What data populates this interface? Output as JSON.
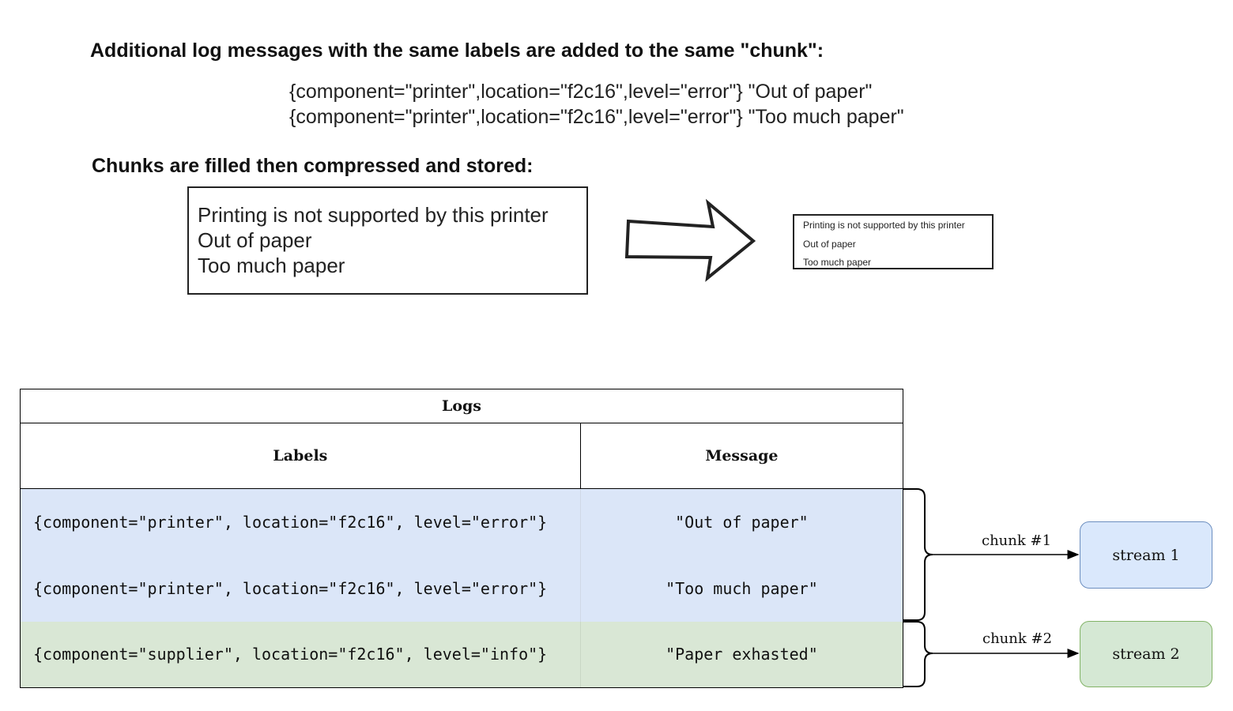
{
  "top": {
    "heading1": "Additional log messages with the same labels are added to the same \"chunk\":",
    "example_lines": [
      "{component=\"printer\",location=\"f2c16\",level=\"error\"} \"Out of paper\"",
      "{component=\"printer\",location=\"f2c16\",level=\"error\"} \"Too much paper\""
    ],
    "heading2": "Chunks are filled then compressed and stored:",
    "chunk_lines": [
      "Printing is not supported by this printer",
      "Out of paper",
      "Too much paper"
    ]
  },
  "table": {
    "title": "Logs",
    "headers": [
      "Labels",
      "Message"
    ],
    "rows": [
      {
        "labels": "{component=\"printer\", location=\"f2c16\", level=\"error\"}",
        "message": "\"Out of paper\""
      },
      {
        "labels": "{component=\"printer\", location=\"f2c16\", level=\"error\"}",
        "message": "\"Too much paper\""
      },
      {
        "labels": "{component=\"supplier\", location=\"f2c16\", level=\"info\"}",
        "message": "\"Paper exhasted\""
      }
    ]
  },
  "streams": [
    {
      "chunk_label": "chunk #1",
      "name": "stream 1"
    },
    {
      "chunk_label": "chunk #2",
      "name": "stream 2"
    }
  ],
  "colors": {
    "stream1_fill": "#dae8fc",
    "stream1_border": "#6c8ebf",
    "stream2_fill": "#d5e8d4",
    "stream2_border": "#82b366"
  }
}
